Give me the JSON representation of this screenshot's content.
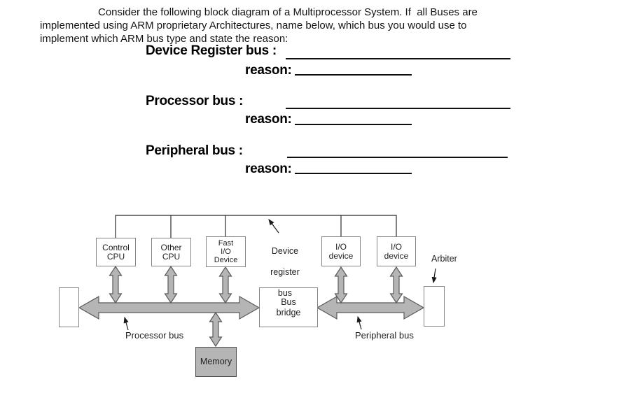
{
  "question": {
    "lines": [
      "Consider the following block diagram of a Multiprocessor System. If  all Buses are",
      "implemented using ARM proprietary Architectures, name below, which bus you would use to",
      "implement which ARM bus type and state the reason:"
    ]
  },
  "fill_ins": {
    "device_register": {
      "label": "Device Register bus :",
      "reason_label": "reason:"
    },
    "processor": {
      "label": "Processor bus :",
      "reason_label": "reason:"
    },
    "peripheral": {
      "label": "Peripheral bus :",
      "reason_label": "reason:"
    }
  },
  "diagram": {
    "boxes": {
      "control_cpu": {
        "lines": [
          "Control",
          "CPU"
        ]
      },
      "other_cpu": {
        "lines": [
          "Other",
          "CPU"
        ]
      },
      "fast_io_device": {
        "lines": [
          "Fast",
          "I/O",
          "Device"
        ]
      },
      "io_device_1": {
        "lines": [
          "I/O",
          "device"
        ]
      },
      "io_device_2": {
        "lines": [
          "I/O",
          "device"
        ]
      },
      "bus_bridge": {
        "lines": [
          "Bus",
          "bridge"
        ]
      },
      "memory": {
        "label": "Memory"
      }
    },
    "labels": {
      "device_register_bus": {
        "lines": [
          "Device",
          "register",
          "bus"
        ]
      },
      "arbiter": "Arbiter",
      "processor_bus": "Processor bus",
      "peripheral_bus": "Peripheral bus"
    },
    "colors": {
      "arrow_fill": "#b5b5b5",
      "arrow_stroke": "#595959",
      "box_border": "#848484",
      "memory_fill": "#b5b5b5",
      "connector_line": "#2b2b2b"
    }
  }
}
